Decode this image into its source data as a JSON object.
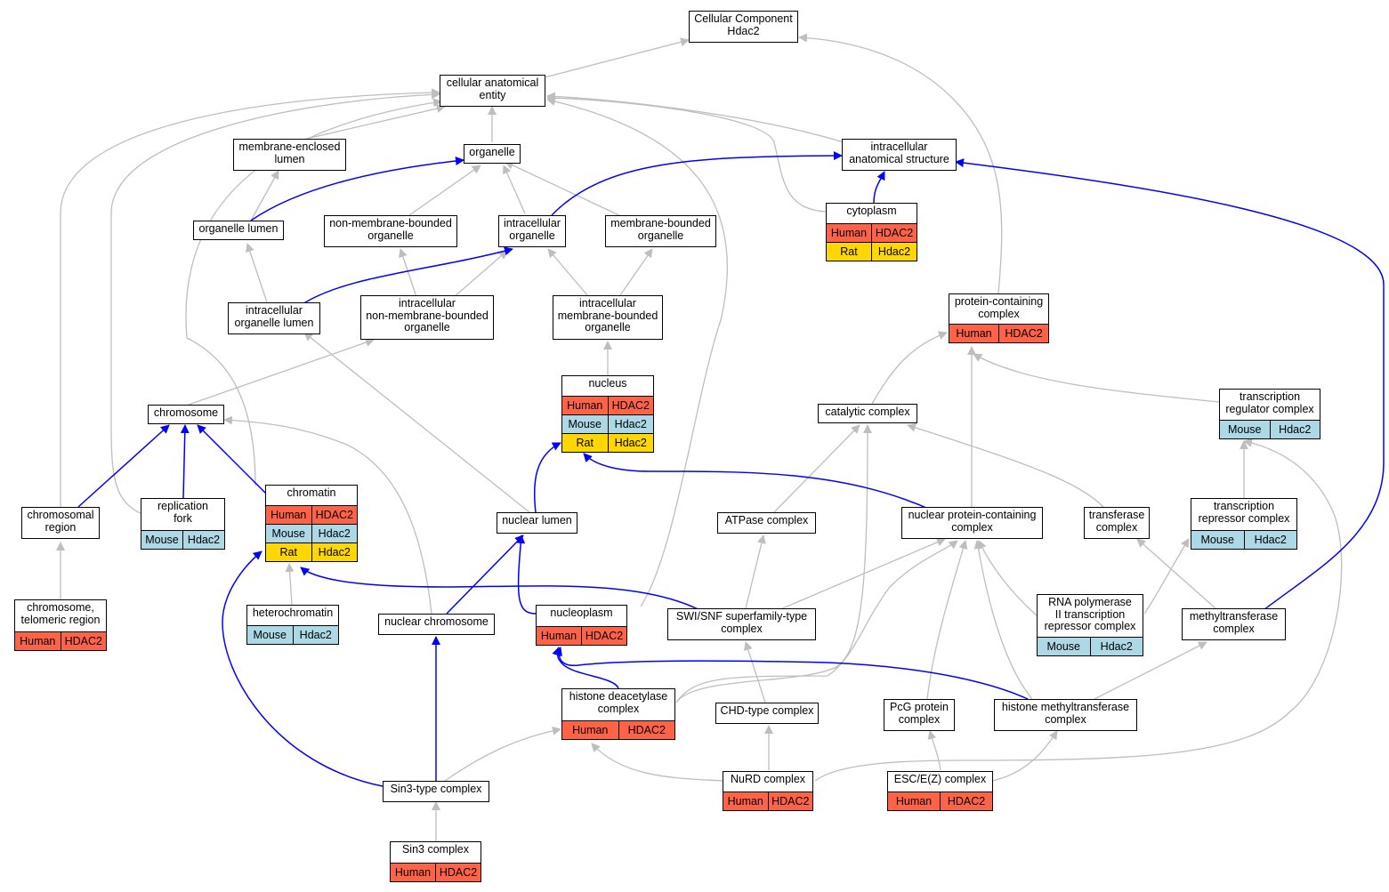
{
  "colors": {
    "is_a_edge": "#bebebe",
    "part_of_edge": "#0000ff",
    "Human": "#ff6347",
    "Mouse": "#add8e6",
    "Rat": "#ffd700"
  },
  "nodes": [
    {
      "id": "cc",
      "title": "Cellular Component\nHdac2",
      "rows": []
    },
    {
      "id": "cae",
      "title": "cellular anatomical\nentity",
      "rows": []
    },
    {
      "id": "mel",
      "title": "membrane-enclosed\nlumen",
      "rows": []
    },
    {
      "id": "organelle",
      "title": "organelle",
      "rows": []
    },
    {
      "id": "ias",
      "title": "intracellular\nanatomical structure",
      "rows": []
    },
    {
      "id": "cytoplasm",
      "title": "cytoplasm",
      "rows": [
        [
          "Human",
          "HDAC2"
        ],
        [
          "Rat",
          "Hdac2"
        ]
      ]
    },
    {
      "id": "olumen",
      "title": "organelle lumen",
      "rows": []
    },
    {
      "id": "nmbo",
      "title": "non-membrane-bounded\norganelle",
      "rows": []
    },
    {
      "id": "io",
      "title": "intracellular\norganelle",
      "rows": []
    },
    {
      "id": "mbo",
      "title": "membrane-bounded\norganelle",
      "rows": []
    },
    {
      "id": "iol",
      "title": "intracellular\norganelle lumen",
      "rows": []
    },
    {
      "id": "inmbo",
      "title": "intracellular\nnon-membrane-bounded\norganelle",
      "rows": []
    },
    {
      "id": "imbo",
      "title": "intracellular\nmembrane-bounded\norganelle",
      "rows": []
    },
    {
      "id": "pcc",
      "title": "protein-containing\ncomplex",
      "rows": [
        [
          "Human",
          "HDAC2"
        ]
      ]
    },
    {
      "id": "nucleus",
      "title": "nucleus",
      "rows": [
        [
          "Human",
          "HDAC2"
        ],
        [
          "Mouse",
          "Hdac2"
        ],
        [
          "Rat",
          "Hdac2"
        ]
      ]
    },
    {
      "id": "chromosome",
      "title": "chromosome",
      "rows": []
    },
    {
      "id": "catalytic",
      "title": "catalytic complex",
      "rows": []
    },
    {
      "id": "trc",
      "title": "transcription\nregulator complex",
      "rows": [
        [
          "Mouse",
          "Hdac2"
        ]
      ]
    },
    {
      "id": "chrregion",
      "title": "chromosomal\nregion",
      "rows": []
    },
    {
      "id": "repfork",
      "title": "replication\nfork",
      "rows": [
        [
          "Mouse",
          "Hdac2"
        ]
      ]
    },
    {
      "id": "chromatin",
      "title": "chromatin",
      "rows": [
        [
          "Human",
          "HDAC2"
        ],
        [
          "Mouse",
          "Hdac2"
        ],
        [
          "Rat",
          "Hdac2"
        ]
      ]
    },
    {
      "id": "nlumen",
      "title": "nuclear lumen",
      "rows": []
    },
    {
      "id": "atpase",
      "title": "ATPase complex",
      "rows": []
    },
    {
      "id": "npcc",
      "title": "nuclear protein-containing\ncomplex",
      "rows": []
    },
    {
      "id": "transferase",
      "title": "transferase\ncomplex",
      "rows": []
    },
    {
      "id": "trepc",
      "title": "transcription\nrepressor complex",
      "rows": [
        [
          "Mouse",
          "Hdac2"
        ]
      ]
    },
    {
      "id": "telomeric",
      "title": "chromosome,\ntelomeric region",
      "rows": [
        [
          "Human",
          "HDAC2"
        ]
      ]
    },
    {
      "id": "hetero",
      "title": "heterochromatin",
      "rows": [
        [
          "Mouse",
          "Hdac2"
        ]
      ]
    },
    {
      "id": "nchrom",
      "title": "nuclear chromosome",
      "rows": []
    },
    {
      "id": "nucleoplasm",
      "title": "nucleoplasm",
      "rows": [
        [
          "Human",
          "HDAC2"
        ]
      ]
    },
    {
      "id": "swisnf",
      "title": "SWI/SNF superfamily-type\ncomplex",
      "rows": []
    },
    {
      "id": "rnapol",
      "title": "RNA polymerase\nII transcription\nrepressor complex",
      "rows": [
        [
          "Mouse",
          "Hdac2"
        ]
      ]
    },
    {
      "id": "mtc",
      "title": "methyltransferase\ncomplex",
      "rows": []
    },
    {
      "id": "hdac",
      "title": "histone deacetylase\ncomplex",
      "rows": [
        [
          "Human",
          "HDAC2"
        ]
      ]
    },
    {
      "id": "chd",
      "title": "CHD-type complex",
      "rows": []
    },
    {
      "id": "pcg",
      "title": "PcG protein\ncomplex",
      "rows": []
    },
    {
      "id": "hmtc",
      "title": "histone methyltransferase\ncomplex",
      "rows": []
    },
    {
      "id": "sin3type",
      "title": "Sin3-type complex",
      "rows": []
    },
    {
      "id": "nurd",
      "title": "NuRD complex",
      "rows": [
        [
          "Human",
          "HDAC2"
        ]
      ]
    },
    {
      "id": "esc",
      "title": "ESC/E(Z) complex",
      "rows": [
        [
          "Human",
          "HDAC2"
        ]
      ]
    },
    {
      "id": "sin3",
      "title": "Sin3 complex",
      "rows": [
        [
          "Human",
          "HDAC2"
        ]
      ]
    }
  ]
}
